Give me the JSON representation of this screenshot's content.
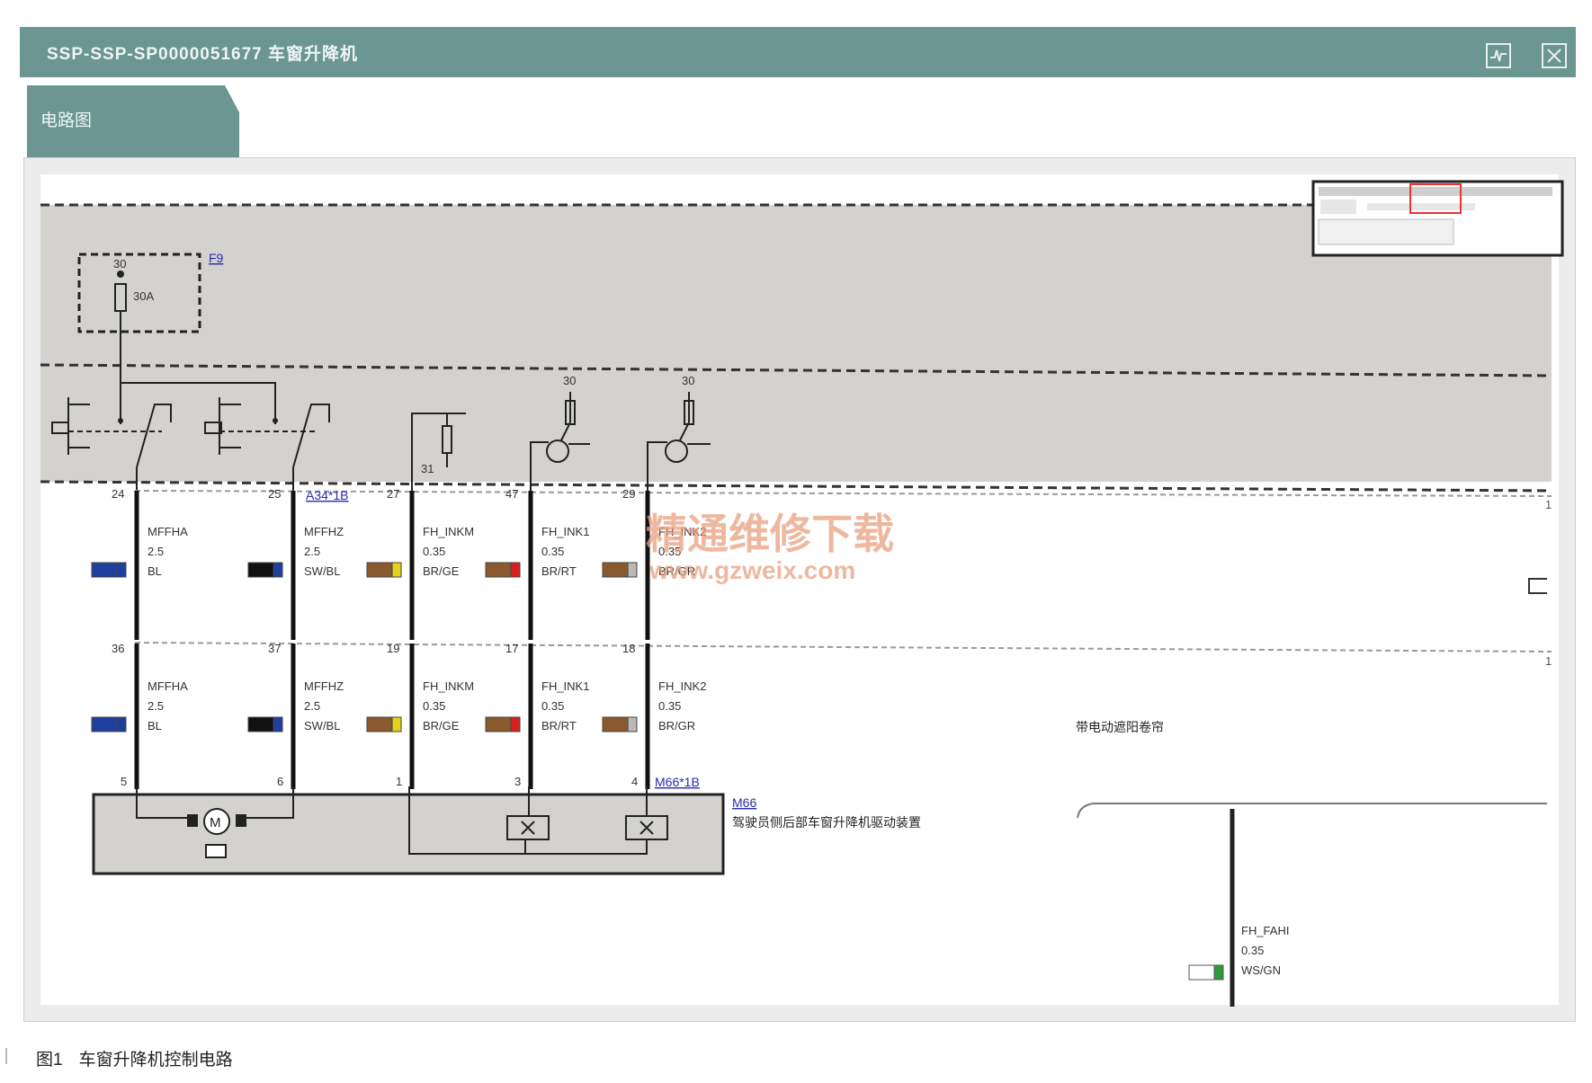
{
  "window": {
    "title": "SSP-SSP-SP0000051677 车窗升降机"
  },
  "tab": {
    "label": "电路图"
  },
  "fuse": {
    "id": "F9",
    "pin": "30",
    "rating": "30A"
  },
  "terminals": {
    "t30": "30",
    "t31": "31"
  },
  "connectors": {
    "upper": "A34*1B",
    "lower": "M66*1B",
    "device_id": "M66",
    "device_name": "驾驶员侧后部车窗升降机驱动装置"
  },
  "wires_upper": [
    {
      "pin": "24",
      "name": "MFFHA",
      "size": "2.5",
      "color": "BL"
    },
    {
      "pin": "25",
      "name": "MFFHZ",
      "size": "2.5",
      "color": "SW/BL"
    },
    {
      "pin": "27",
      "name": "FH_INKM",
      "size": "0.35",
      "color": "BR/GE"
    },
    {
      "pin": "47",
      "name": "FH_INK1",
      "size": "0.35",
      "color": "BR/RT"
    },
    {
      "pin": "29",
      "name": "FH_INK2",
      "size": "0.35",
      "color": "BR/GR"
    }
  ],
  "wires_lower": [
    {
      "pin": "36",
      "name": "MFFHA",
      "size": "2.5",
      "color": "BL",
      "dpin": "5"
    },
    {
      "pin": "37",
      "name": "MFFHZ",
      "size": "2.5",
      "color": "SW/BL",
      "dpin": "6"
    },
    {
      "pin": "19",
      "name": "FH_INKM",
      "size": "0.35",
      "color": "BR/GE",
      "dpin": "1"
    },
    {
      "pin": "17",
      "name": "FH_INK1",
      "size": "0.35",
      "color": "BR/RT",
      "dpin": "3"
    },
    {
      "pin": "18",
      "name": "FH_INK2",
      "size": "0.35",
      "color": "BR/GR",
      "dpin": "4"
    }
  ],
  "side_marks": {
    "upper": "1",
    "lower": "1"
  },
  "right_note": "带电动遮阳卷帘",
  "right_wire": {
    "name": "FH_FAHI",
    "size": "0.35",
    "color": "WS/GN"
  },
  "watermark": {
    "line1": "精通维修下载",
    "line2": "www.gzweix.com"
  },
  "caption": {
    "number": "图1",
    "text": "车窗升降机控制电路"
  },
  "colors": {
    "title_bar": "#6b9691",
    "blue": "#1f3f9e",
    "brown": "#8a5a2e",
    "yellow": "#e6d21c",
    "red": "#d92020",
    "grey": "#b9b9b9",
    "green": "#2e9a3e",
    "watermark": "#e8a080"
  }
}
